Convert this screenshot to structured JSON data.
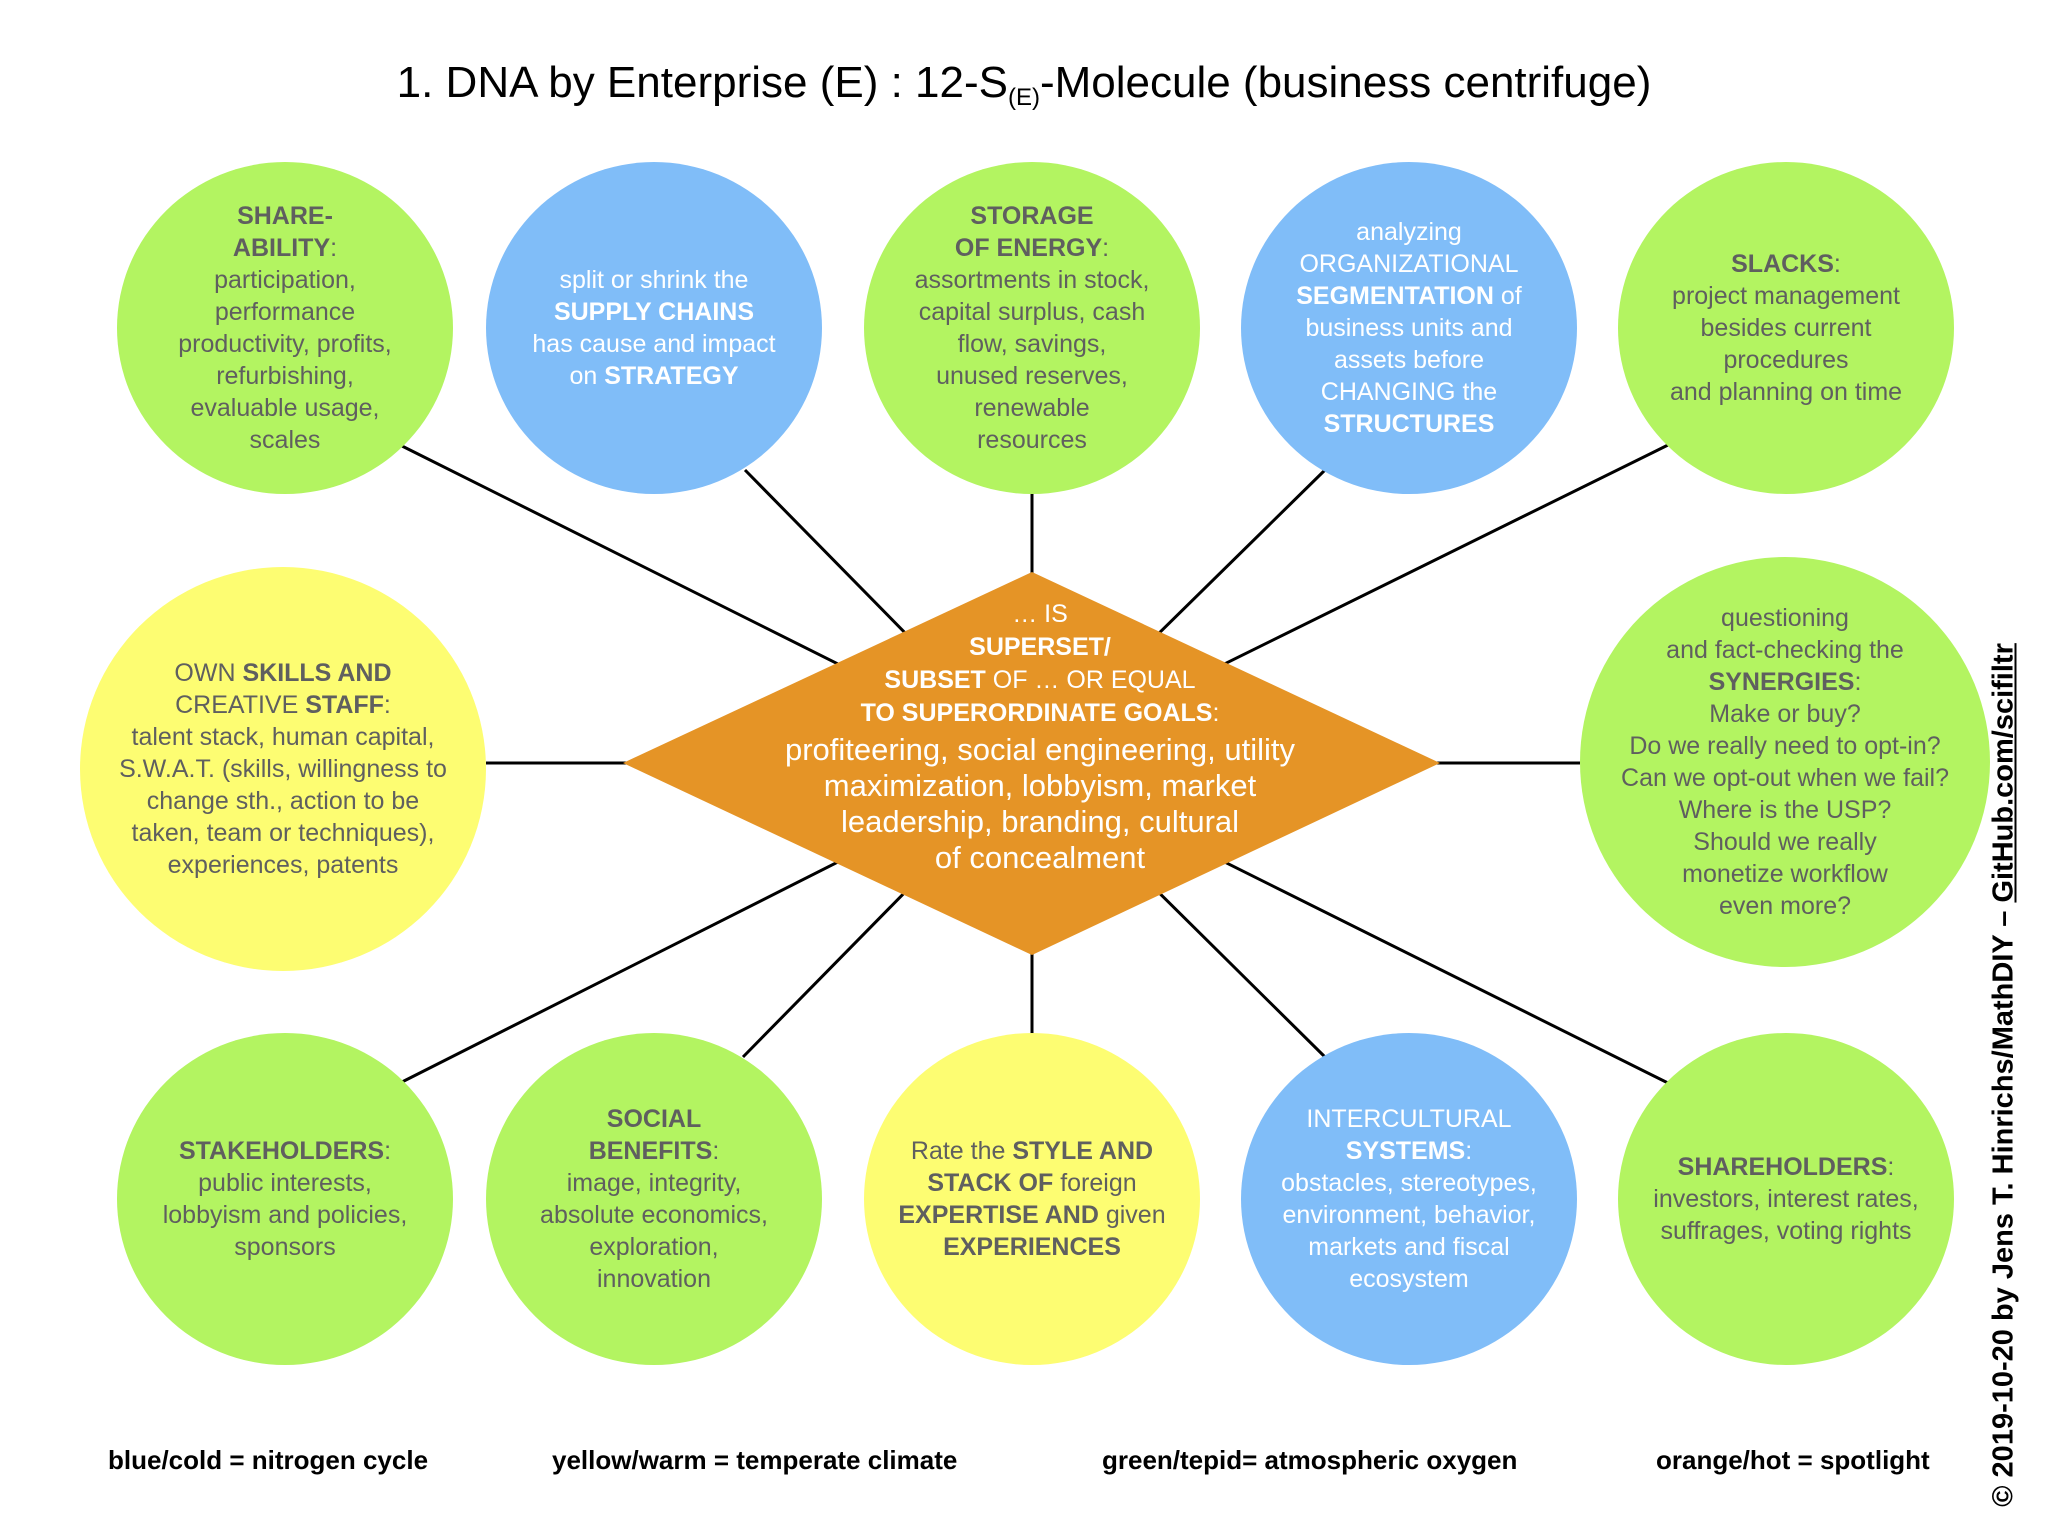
{
  "title": {
    "main": "1. DNA by Enterprise (E) : 12-S",
    "subscript": "(E)",
    "suffix": "-Molecule (business centrifuge)"
  },
  "center": {
    "parts": [
      {
        "t": "… IS",
        "b": false
      },
      {
        "t": "\n",
        "b": false
      },
      {
        "t": "SUPERSET/",
        "b": true
      },
      {
        "t": "\n",
        "b": false
      },
      {
        "t": "SUBSET",
        "b": true
      },
      {
        "t": " OF … OR EQUAL",
        "b": false
      },
      {
        "t": "\n",
        "b": false
      },
      {
        "t": "TO SUPERORDINATE GOALS",
        "b": true
      },
      {
        "t": ":",
        "b": false
      }
    ],
    "body": "profiteering, social engineering, utility\nmaximization, lobbyism, market\nleadership, branding, cultural\nof concealment"
  },
  "nodes": [
    {
      "id": "shareability",
      "color": "green",
      "parts": [
        {
          "t": "SHARE-\nABILITY",
          "b": true
        },
        {
          "t": ":\nparticipation,\nperformance\nproductivity, profits,\nrefurbishing,\nevaluable usage,\nscales",
          "b": false
        }
      ]
    },
    {
      "id": "supply-chains",
      "color": "blue",
      "parts": [
        {
          "t": "split or shrink the\n",
          "b": false
        },
        {
          "t": "SUPPLY CHAINS",
          "b": true
        },
        {
          "t": "\nhas cause and impact\non ",
          "b": false
        },
        {
          "t": "STRATEGY",
          "b": true
        }
      ]
    },
    {
      "id": "storage-of-energy",
      "color": "green",
      "parts": [
        {
          "t": "STORAGE\nOF ENERGY",
          "b": true
        },
        {
          "t": ":\nassortments in stock,\ncapital surplus, cash\nflow, savings,\nunused reserves,\nrenewable\nresources",
          "b": false
        }
      ]
    },
    {
      "id": "segmentation",
      "color": "blue",
      "parts": [
        {
          "t": "analyzing\nORGANIZATIONAL\n",
          "b": false
        },
        {
          "t": "SEGMENTATION",
          "b": true
        },
        {
          "t": " of\nbusiness units and\nassets before\nCHANGING the\n",
          "b": false
        },
        {
          "t": "STRUCTURES",
          "b": true
        }
      ]
    },
    {
      "id": "slacks",
      "color": "green",
      "parts": [
        {
          "t": "SLACKS",
          "b": true
        },
        {
          "t": ":\nproject management\nbesides current\nprocedures\nand planning on time",
          "b": false
        }
      ]
    },
    {
      "id": "skills-staff",
      "color": "yellow",
      "parts": [
        {
          "t": "OWN ",
          "b": false
        },
        {
          "t": "SKILLS AND",
          "b": true
        },
        {
          "t": "\nCREATIVE ",
          "b": false
        },
        {
          "t": "STAFF",
          "b": true
        },
        {
          "t": ":\ntalent stack, human capital,\nS.W.A.T. (skills, willingness to\nchange sth., action to be\ntaken, team or techniques),\nexperiences, patents",
          "b": false
        }
      ]
    },
    {
      "id": "synergies",
      "color": "green",
      "parts": [
        {
          "t": "questioning\nand fact-checking the\n",
          "b": false
        },
        {
          "t": "SYNERGIES",
          "b": true
        },
        {
          "t": ":\nMake or buy?\nDo we really need to opt-in?\nCan we opt-out when we fail?\nWhere is the USP?\nShould we really\nmonetize workflow\neven more?",
          "b": false
        }
      ]
    },
    {
      "id": "stakeholders",
      "color": "green",
      "parts": [
        {
          "t": "STAKEHOLDERS",
          "b": true
        },
        {
          "t": ":\npublic interests,\nlobbyism and policies,\nsponsors",
          "b": false
        }
      ]
    },
    {
      "id": "social-benefits",
      "color": "green",
      "parts": [
        {
          "t": "SOCIAL\nBENEFITS",
          "b": true
        },
        {
          "t": ":\nimage, integrity,\nabsolute economics,\nexploration,\ninnovation",
          "b": false
        }
      ]
    },
    {
      "id": "style-expertise",
      "color": "yellow",
      "parts": [
        {
          "t": "Rate the ",
          "b": false
        },
        {
          "t": "STYLE AND\nSTACK OF",
          "b": true
        },
        {
          "t": " foreign\n",
          "b": false
        },
        {
          "t": "EXPERTISE AND",
          "b": true
        },
        {
          "t": " given\n",
          "b": false
        },
        {
          "t": "EXPERIENCES",
          "b": true
        }
      ]
    },
    {
      "id": "intercultural-systems",
      "color": "blue",
      "parts": [
        {
          "t": "INTERCULTURAL\n",
          "b": false
        },
        {
          "t": "SYSTEMS",
          "b": true
        },
        {
          "t": ":\nobstacles, stereotypes,\nenvironment, behavior,\nmarkets and fiscal\necosystem",
          "b": false
        }
      ]
    },
    {
      "id": "shareholders",
      "color": "green",
      "parts": [
        {
          "t": "SHAREHOLDERS",
          "b": true
        },
        {
          "t": ":\ninvestors, interest rates,\nsuffrages, voting rights",
          "b": false
        }
      ]
    }
  ],
  "legend": [
    "blue/cold = nitrogen cycle",
    "yellow/warm = temperate climate",
    "green/tepid= atmospheric oxygen",
    "orange/hot = spotlight"
  ],
  "colors": {
    "green": "#b3f461",
    "blue": "#80bdf8",
    "yellow": "#fdfd72",
    "orange": "#e59426"
  },
  "copyright": {
    "prefix": "© 2019-10-20 by Jens T. Hinrichs/MathDIY – ",
    "site": "GitHub.com/scifiltr"
  }
}
